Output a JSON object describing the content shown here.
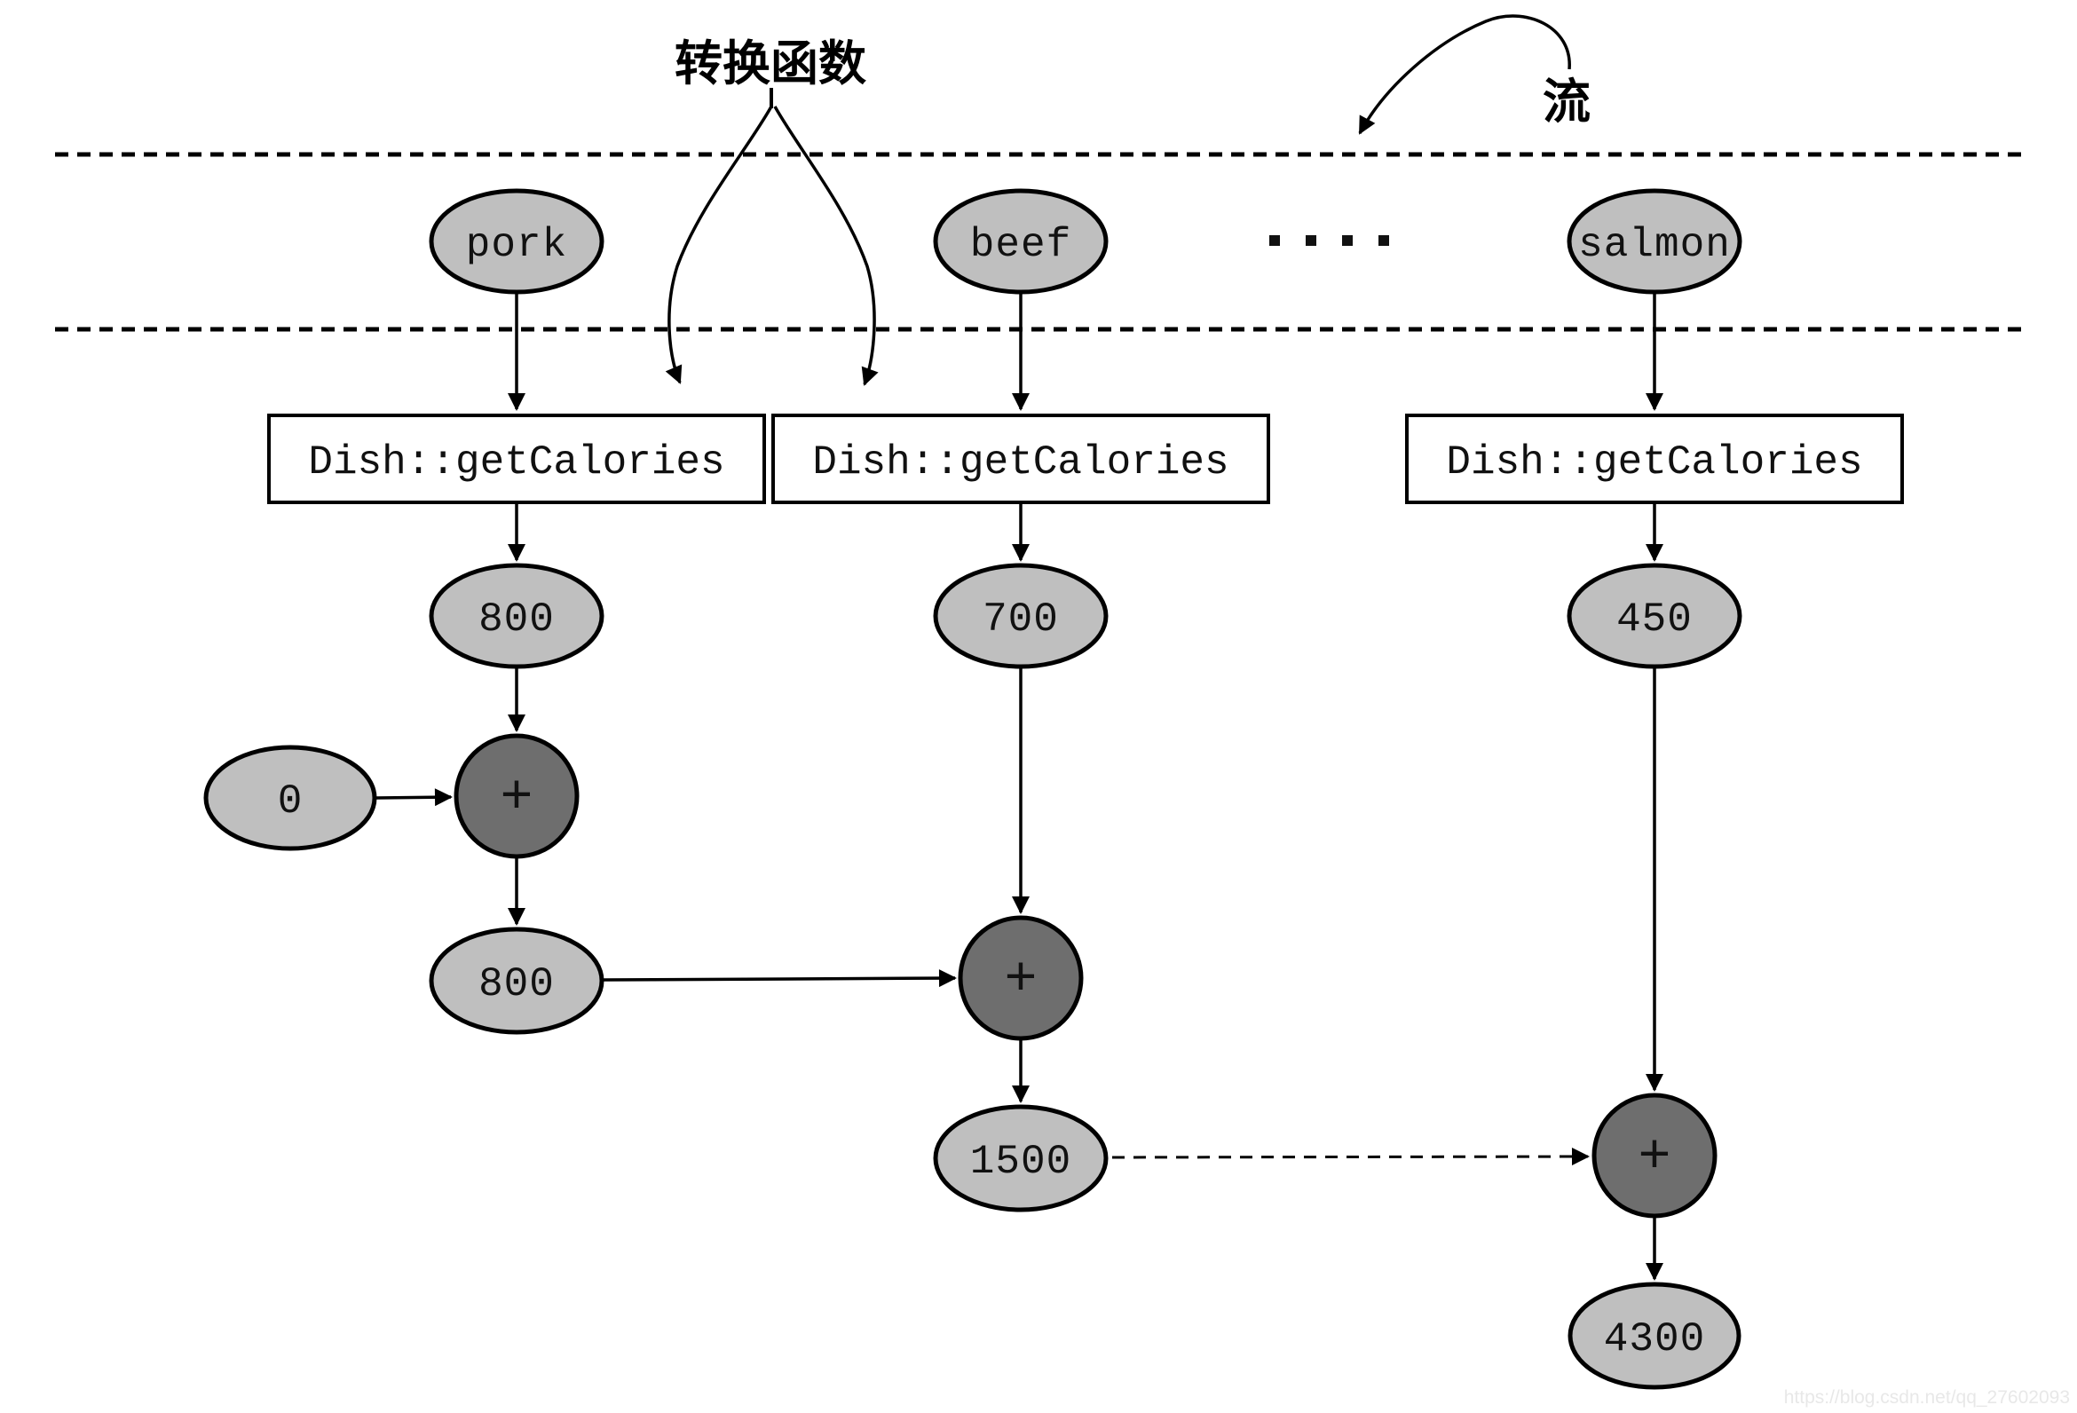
{
  "annotations": {
    "transform_function_label": "转换函数",
    "stream_label": "流"
  },
  "stream": {
    "elements": [
      "pork",
      "beef",
      "salmon"
    ]
  },
  "transform": {
    "boxes": [
      "Dish::getCalories",
      "Dish::getCalories",
      "Dish::getCalories"
    ]
  },
  "values": {
    "mapped": [
      "800",
      "700",
      "450"
    ]
  },
  "reduce": {
    "initial_value": "0",
    "operator": "+",
    "partial_sums": [
      "800",
      "1500"
    ],
    "final_result": "4300"
  },
  "watermark": "https://blog.csdn.net/qq_27602093",
  "colors": {
    "element_fill": "#bfbfbf",
    "operator_fill": "#6e6e6e",
    "box_fill": "#ffffff",
    "line": "#000000",
    "watermark_color": "#e8e8e8"
  }
}
